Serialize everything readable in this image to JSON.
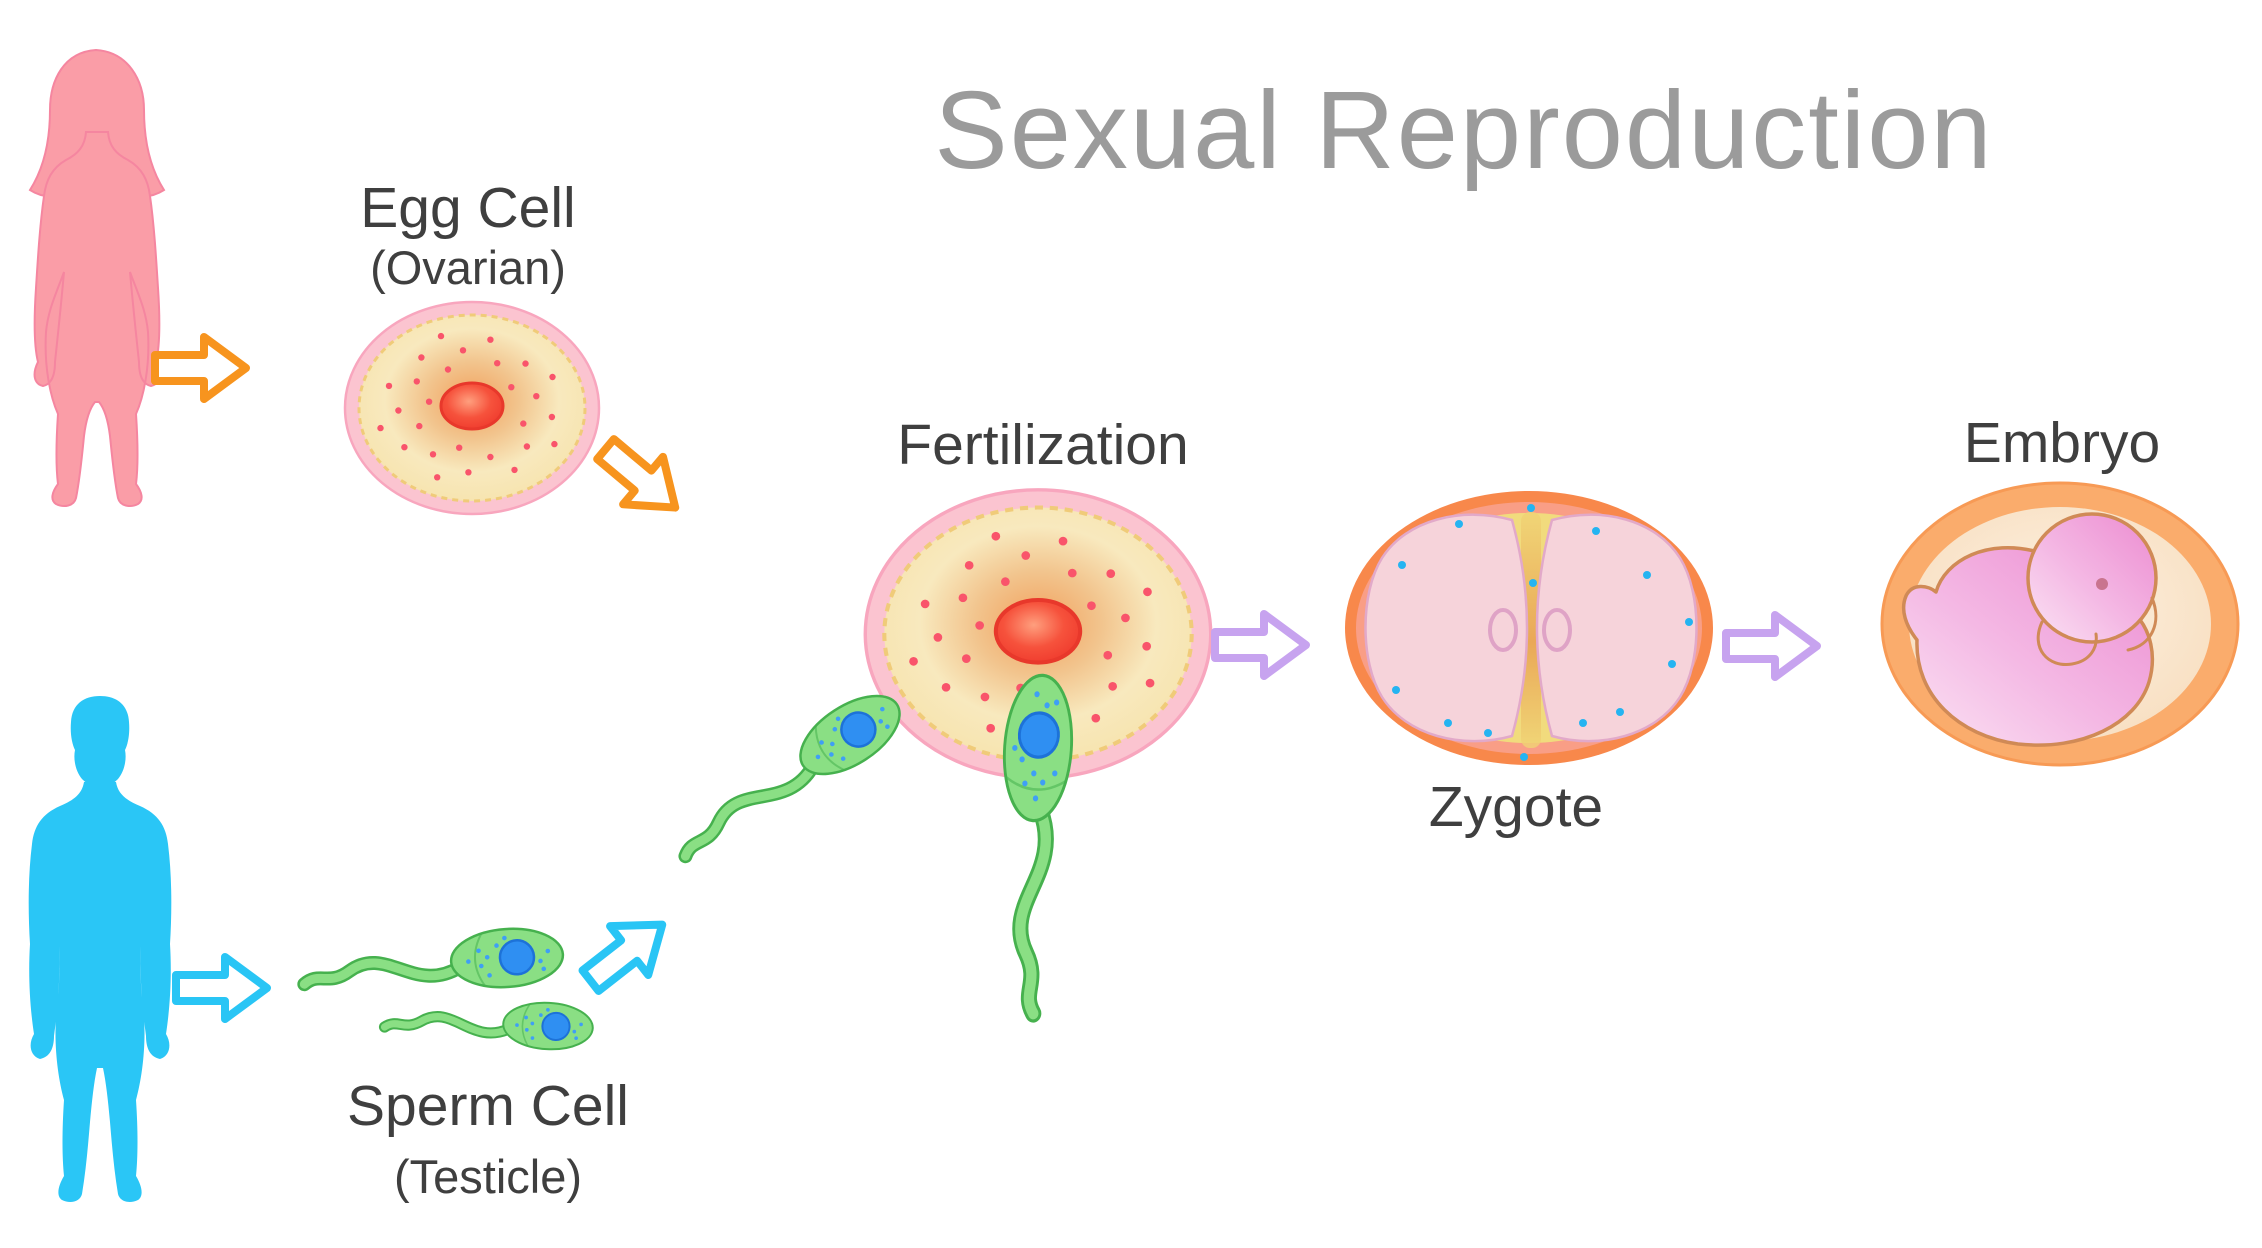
{
  "title": "Sexual Reproduction",
  "stages": {
    "egg": {
      "label": "Egg Cell",
      "sublabel": "(Ovarian)"
    },
    "sperm": {
      "label": "Sperm Cell",
      "sublabel": "(Testicle)"
    },
    "fertilization": {
      "label": "Fertilization"
    },
    "zygote": {
      "label": "Zygote"
    },
    "embryo": {
      "label": "Embryo"
    }
  },
  "figures": {
    "female": "female-body-silhouette",
    "male": "male-body-silhouette"
  },
  "flow": [
    "female -> egg",
    "egg -> fertilization",
    "male -> sperm",
    "sperm -> fertilization",
    "fertilization -> zygote",
    "zygote -> embryo"
  ],
  "colors": {
    "title_text": "#9B9B9B",
    "label_text": "#3F3F3F",
    "female_silhouette": "#FA9DA7",
    "male_silhouette": "#2AC6F6",
    "egg_membrane": "#FBC4D0",
    "egg_cytoplasm": "#F7E8BC",
    "egg_nucleus": "#F4503A",
    "sperm_body": "#8ADF84",
    "sperm_outline": "#46B14E",
    "sperm_nucleus": "#2F8FF2",
    "zygote_shell": "#F8884B",
    "zygote_yolk": "#F1DB7D",
    "zygote_cells": "#F6D3DA",
    "embryo_shell": "#FAAC6C",
    "fetus_pink": "#EE8FD2",
    "arrow_orange": "#F7941E",
    "arrow_cyan": "#29C5F5",
    "arrow_purple": "#C7A3EF"
  }
}
